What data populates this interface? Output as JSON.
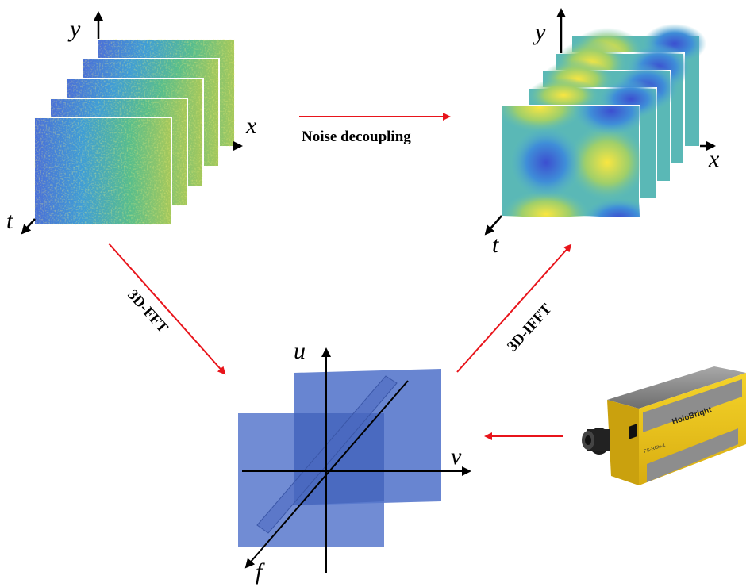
{
  "labels": {
    "noise_decoupling": "Noise decoupling",
    "fft": "3D-FFT",
    "ifft": "3D-IFFT"
  },
  "axes": {
    "noisy": {
      "y": "y",
      "x": "x",
      "t": "t"
    },
    "denoised": {
      "y": "y",
      "x": "x",
      "t": "t"
    },
    "frequency": {
      "u": "u",
      "v": "v",
      "f": "f"
    }
  },
  "camera": {
    "brand": "HoloBright",
    "model": "FS-RCH-1"
  },
  "colors": {
    "arrow": "#e8141b",
    "frame_blue": "#3a56cc",
    "frame_yellow": "#f7e23a",
    "frame_teal": "#3cb7a0",
    "plane_blue": "#5878cc",
    "camera_yellow": "#f2cc1c",
    "camera_gray": "#8c8c8c"
  }
}
